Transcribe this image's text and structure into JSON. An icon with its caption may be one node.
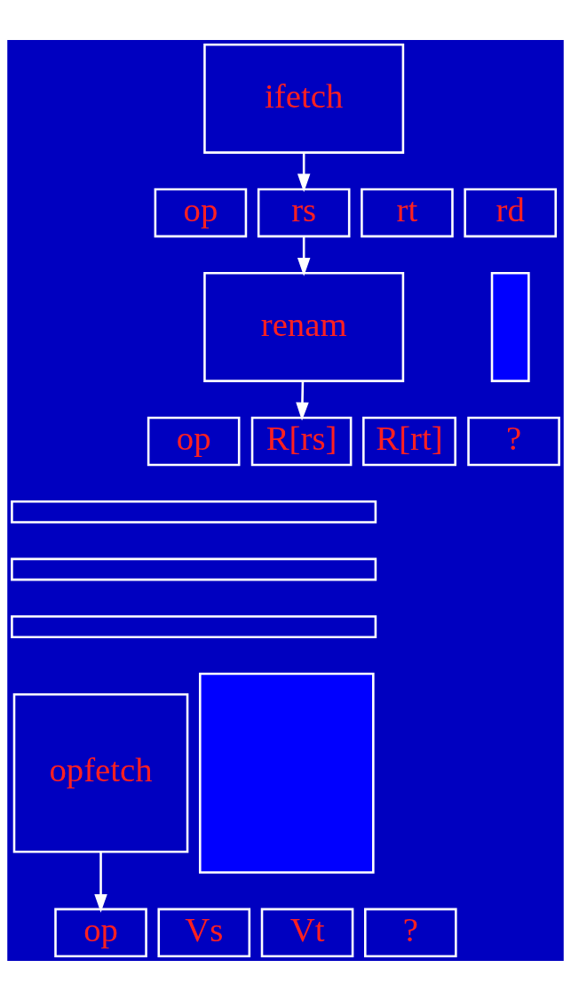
{
  "diagram": {
    "nodes": [
      {
        "text": [
          "ifetch"
        ]
      },
      {
        "text": [
          "op"
        ]
      },
      {
        "text": [
          "rs"
        ]
      },
      {
        "text": [
          "rt"
        ]
      },
      {
        "text": [
          "rd"
        ]
      },
      {
        "text": [
          "renam"
        ]
      },
      {
        "text": [],
        "shape": "box"
      },
      {
        "text": [
          "op"
        ]
      },
      {
        "text": [
          "R[rs]"
        ]
      },
      {
        "text": [
          "R[rt]"
        ]
      },
      {
        "text": [
          "?"
        ]
      },
      {
        "text": [],
        "shape": "bar"
      },
      {
        "text": [],
        "shape": "bar"
      },
      {
        "text": [],
        "shape": "bar"
      },
      {
        "text": [
          "opfetch"
        ]
      },
      {
        "text": [],
        "shape": "box"
      },
      {
        "text": [
          "op"
        ]
      },
      {
        "text": [
          "Vs"
        ]
      },
      {
        "text": [
          "Vt"
        ]
      },
      {
        "text": [
          "?"
        ]
      }
    ],
    "edges": [
      {
        "from": 0,
        "to": 2,
        "arrow": "to"
      },
      {
        "from": 2,
        "to": 5,
        "arrow": "to"
      },
      {
        "from": 5,
        "to": 8,
        "arrow": "to"
      },
      {
        "from": 14,
        "to": 16,
        "arrow": "to"
      }
    ]
  }
}
